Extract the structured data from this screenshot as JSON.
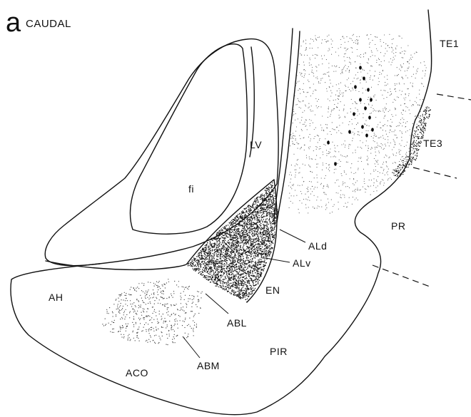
{
  "figure": {
    "panel_letter": "a",
    "section_label": "CAUDAL",
    "labels": {
      "te1": "TE1",
      "te3": "TE3",
      "lv": "LV",
      "fi": "fi",
      "pr": "PR",
      "ald": "ALd",
      "alv": "ALv",
      "en": "EN",
      "ah": "AH",
      "abl": "ABL",
      "pir": "PIR",
      "abm": "ABM",
      "aco": "ACO"
    }
  }
}
